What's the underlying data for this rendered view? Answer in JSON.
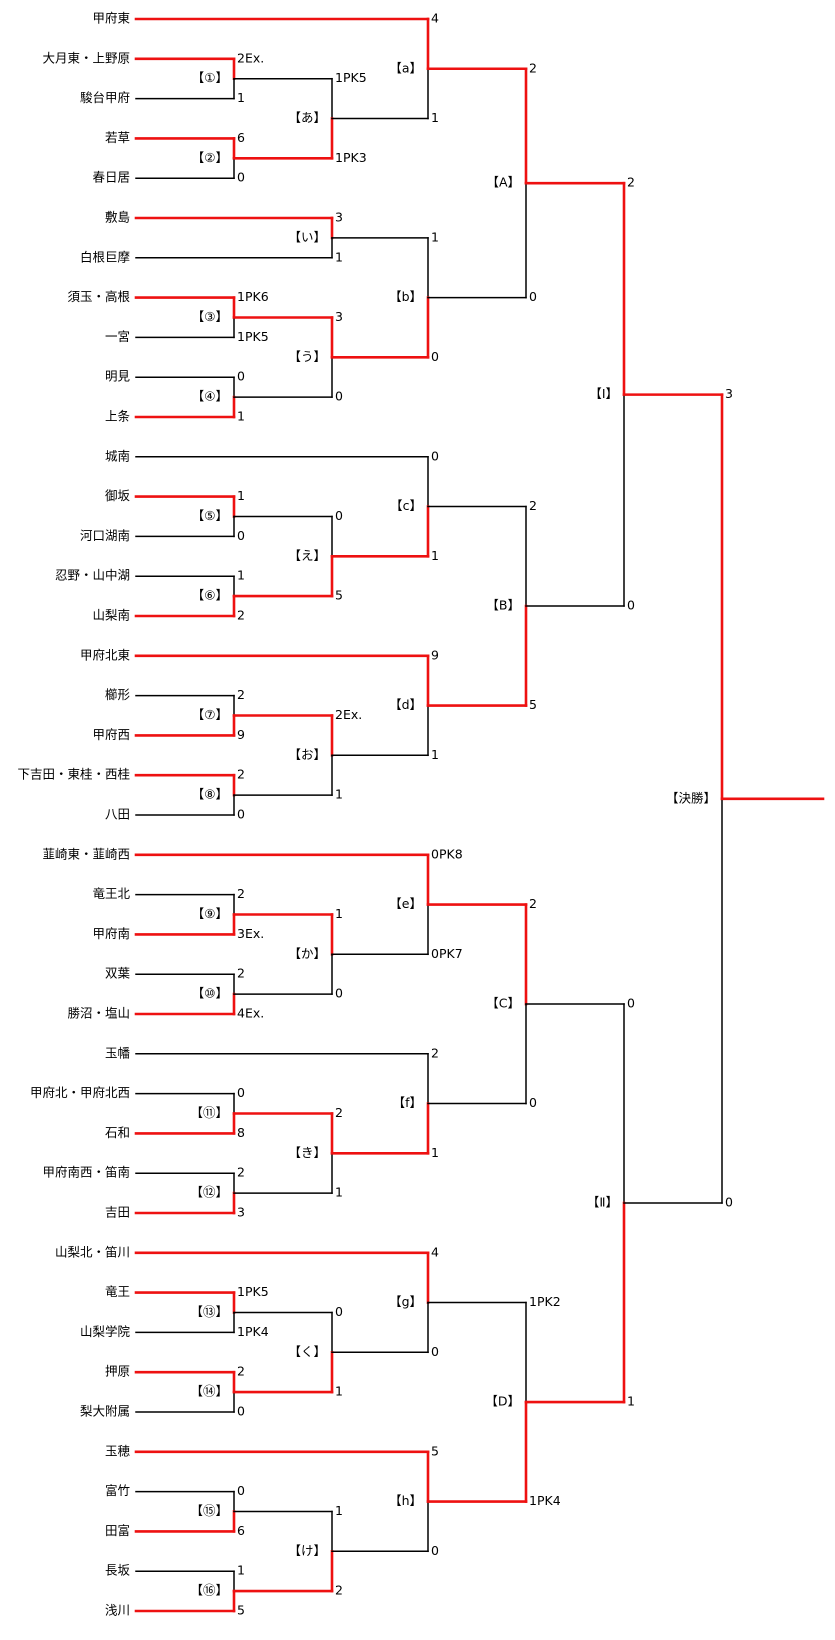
{
  "colors": {
    "winner": "#ee1111",
    "loser": "#000000"
  },
  "teams": [
    {
      "name": "甲府東",
      "won": true
    },
    {
      "name": "大月東・上野原",
      "won": true
    },
    {
      "name": "駿台甲府",
      "won": false
    },
    {
      "name": "若草",
      "won": true
    },
    {
      "name": "春日居",
      "won": false
    },
    {
      "name": "敷島",
      "won": true
    },
    {
      "name": "白根巨摩",
      "won": false
    },
    {
      "name": "須玉・高根",
      "won": true
    },
    {
      "name": "一宮",
      "won": false
    },
    {
      "name": "明見",
      "won": false
    },
    {
      "name": "上条",
      "won": true
    },
    {
      "name": "城南",
      "won": false
    },
    {
      "name": "御坂",
      "won": true
    },
    {
      "name": "河口湖南",
      "won": false
    },
    {
      "name": "忍野・山中湖",
      "won": false
    },
    {
      "name": "山梨南",
      "won": true
    },
    {
      "name": "甲府北東",
      "won": true
    },
    {
      "name": "櫛形",
      "won": false
    },
    {
      "name": "甲府西",
      "won": true
    },
    {
      "name": "下吉田・東桂・西桂",
      "won": true
    },
    {
      "name": "八田",
      "won": false
    },
    {
      "name": "韮崎東・韮崎西",
      "won": true
    },
    {
      "name": "竜王北",
      "won": false
    },
    {
      "name": "甲府南",
      "won": true
    },
    {
      "name": "双葉",
      "won": false
    },
    {
      "name": "勝沼・塩山",
      "won": true
    },
    {
      "name": "玉幡",
      "won": true
    },
    {
      "name": "甲府北・甲府北西",
      "won": false
    },
    {
      "name": "石和",
      "won": true
    },
    {
      "name": "甲府南西・笛南",
      "won": false
    },
    {
      "name": "吉田",
      "won": true
    },
    {
      "name": "山梨北・笛川",
      "won": true
    },
    {
      "name": "竜王",
      "won": true
    },
    {
      "name": "山梨学院",
      "won": false
    },
    {
      "name": "押原",
      "won": true
    },
    {
      "name": "梨大附属",
      "won": false
    },
    {
      "name": "玉穂",
      "won": true
    },
    {
      "name": "富竹",
      "won": false
    },
    {
      "name": "田富",
      "won": true
    },
    {
      "name": "長坂",
      "won": false
    },
    {
      "name": "浅川",
      "won": true
    }
  ],
  "matches": [
    {
      "id": "r1",
      "label": "【①】",
      "top": {
        "src": "t1",
        "score": "2Ex.",
        "won": true
      },
      "bottom": {
        "src": "t2",
        "score": "1",
        "won": false
      }
    },
    {
      "id": "r2",
      "label": "【②】",
      "top": {
        "src": "t3",
        "score": "6",
        "won": true
      },
      "bottom": {
        "src": "t4",
        "score": "0",
        "won": false
      }
    },
    {
      "id": "r3",
      "label": "【③】",
      "top": {
        "src": "t7",
        "score": "1PK6",
        "won": true
      },
      "bottom": {
        "src": "t8",
        "score": "1PK5",
        "won": false
      }
    },
    {
      "id": "r4",
      "label": "【④】",
      "top": {
        "src": "t9",
        "score": "0",
        "won": false
      },
      "bottom": {
        "src": "t10",
        "score": "1",
        "won": true
      }
    },
    {
      "id": "r5",
      "label": "【⑤】",
      "top": {
        "src": "t12",
        "score": "1",
        "won": true
      },
      "bottom": {
        "src": "t13",
        "score": "0",
        "won": false
      }
    },
    {
      "id": "r6",
      "label": "【⑥】",
      "top": {
        "src": "t14",
        "score": "1",
        "won": false
      },
      "bottom": {
        "src": "t15",
        "score": "2",
        "won": true
      }
    },
    {
      "id": "r7",
      "label": "【⑦】",
      "top": {
        "src": "t17",
        "score": "2",
        "won": false
      },
      "bottom": {
        "src": "t18",
        "score": "9",
        "won": true
      }
    },
    {
      "id": "r8",
      "label": "【⑧】",
      "top": {
        "src": "t19",
        "score": "2",
        "won": true
      },
      "bottom": {
        "src": "t20",
        "score": "0",
        "won": false
      }
    },
    {
      "id": "r9",
      "label": "【⑨】",
      "top": {
        "src": "t22",
        "score": "2",
        "won": false
      },
      "bottom": {
        "src": "t23",
        "score": "3Ex.",
        "won": true
      }
    },
    {
      "id": "r10",
      "label": "【⑩】",
      "top": {
        "src": "t24",
        "score": "2",
        "won": false
      },
      "bottom": {
        "src": "t25",
        "score": "4Ex.",
        "won": true
      }
    },
    {
      "id": "r11",
      "label": "【⑪】",
      "top": {
        "src": "t27",
        "score": "0",
        "won": false
      },
      "bottom": {
        "src": "t28",
        "score": "8",
        "won": true
      }
    },
    {
      "id": "r12",
      "label": "【⑫】",
      "top": {
        "src": "t29",
        "score": "2",
        "won": false
      },
      "bottom": {
        "src": "t30",
        "score": "3",
        "won": true
      }
    },
    {
      "id": "r13",
      "label": "【⑬】",
      "top": {
        "src": "t32",
        "score": "1PK5",
        "won": true
      },
      "bottom": {
        "src": "t33",
        "score": "1PK4",
        "won": false
      }
    },
    {
      "id": "r14",
      "label": "【⑭】",
      "top": {
        "src": "t34",
        "score": "2",
        "won": true
      },
      "bottom": {
        "src": "t35",
        "score": "0",
        "won": false
      }
    },
    {
      "id": "r15",
      "label": "【⑮】",
      "top": {
        "src": "t37",
        "score": "0",
        "won": false
      },
      "bottom": {
        "src": "t38",
        "score": "6",
        "won": true
      }
    },
    {
      "id": "r16",
      "label": "【⑯】",
      "top": {
        "src": "t39",
        "score": "1",
        "won": false
      },
      "bottom": {
        "src": "t40",
        "score": "5",
        "won": true
      }
    },
    {
      "id": "ka1",
      "label": "【あ】",
      "top": {
        "src": "r1",
        "score": "1PK5",
        "won": false
      },
      "bottom": {
        "src": "r2",
        "score": "1PK3",
        "won": true
      }
    },
    {
      "id": "ka2",
      "label": "【い】",
      "top": {
        "src": "t5",
        "score": "3",
        "won": true
      },
      "bottom": {
        "src": "t6",
        "score": "1",
        "won": false
      }
    },
    {
      "id": "ka3",
      "label": "【う】",
      "top": {
        "src": "r3",
        "score": "3",
        "won": true
      },
      "bottom": {
        "src": "r4",
        "score": "0",
        "won": false
      }
    },
    {
      "id": "ka4",
      "label": "【え】",
      "top": {
        "src": "r5",
        "score": "0",
        "won": false
      },
      "bottom": {
        "src": "r6",
        "score": "5",
        "won": true
      }
    },
    {
      "id": "ka5",
      "label": "【お】",
      "top": {
        "src": "r7",
        "score": "2Ex.",
        "won": true
      },
      "bottom": {
        "src": "r8",
        "score": "1",
        "won": false
      }
    },
    {
      "id": "ka6",
      "label": "【か】",
      "top": {
        "src": "r9",
        "score": "1",
        "won": true
      },
      "bottom": {
        "src": "r10",
        "score": "0",
        "won": false
      }
    },
    {
      "id": "ka7",
      "label": "【き】",
      "top": {
        "src": "r11",
        "score": "2",
        "won": true
      },
      "bottom": {
        "src": "r12",
        "score": "1",
        "won": false
      }
    },
    {
      "id": "ka8",
      "label": "【く】",
      "top": {
        "src": "r13",
        "score": "0",
        "won": false
      },
      "bottom": {
        "src": "r14",
        "score": "1",
        "won": true
      }
    },
    {
      "id": "ka9",
      "label": "【け】",
      "top": {
        "src": "r15",
        "score": "1",
        "won": false
      },
      "bottom": {
        "src": "r16",
        "score": "2",
        "won": true
      }
    },
    {
      "id": "la",
      "label": "【a】",
      "top": {
        "src": "t0",
        "score": "4",
        "won": true
      },
      "bottom": {
        "src": "ka1",
        "score": "1",
        "won": false
      }
    },
    {
      "id": "lb",
      "label": "【b】",
      "top": {
        "src": "ka2",
        "score": "1",
        "won": false
      },
      "bottom": {
        "src": "ka3",
        "score": "0",
        "won": true
      }
    },
    {
      "id": "lc",
      "label": "【c】",
      "top": {
        "src": "t11",
        "score": "0",
        "won": false
      },
      "bottom": {
        "src": "ka4",
        "score": "1",
        "won": true
      }
    },
    {
      "id": "ld",
      "label": "【d】",
      "top": {
        "src": "t16",
        "score": "9",
        "won": true
      },
      "bottom": {
        "src": "ka5",
        "score": "1",
        "won": false
      }
    },
    {
      "id": "le",
      "label": "【e】",
      "top": {
        "src": "t21",
        "score": "0PK8",
        "won": true
      },
      "bottom": {
        "src": "ka6",
        "score": "0PK7",
        "won": false
      }
    },
    {
      "id": "lf",
      "label": "【f】",
      "top": {
        "src": "t26",
        "score": "2",
        "won": false
      },
      "bottom": {
        "src": "ka7",
        "score": "1",
        "won": true
      }
    },
    {
      "id": "lg",
      "label": "【g】",
      "top": {
        "src": "t31",
        "score": "4",
        "won": true
      },
      "bottom": {
        "src": "ka8",
        "score": "0",
        "won": false
      }
    },
    {
      "id": "lh",
      "label": "【h】",
      "top": {
        "src": "t36",
        "score": "5",
        "won": true
      },
      "bottom": {
        "src": "ka9",
        "score": "0",
        "won": false
      }
    },
    {
      "id": "UA",
      "label": "【A】",
      "top": {
        "src": "la",
        "score": "2",
        "won": true
      },
      "bottom": {
        "src": "lb",
        "score": "0",
        "won": false
      }
    },
    {
      "id": "UB",
      "label": "【B】",
      "top": {
        "src": "lc",
        "score": "2",
        "won": false
      },
      "bottom": {
        "src": "ld",
        "score": "5",
        "won": true
      }
    },
    {
      "id": "UC",
      "label": "【C】",
      "top": {
        "src": "le",
        "score": "2",
        "won": true
      },
      "bottom": {
        "src": "lf",
        "score": "0",
        "won": false
      }
    },
    {
      "id": "UD",
      "label": "【D】",
      "top": {
        "src": "lg",
        "score": "1PK2",
        "won": false
      },
      "bottom": {
        "src": "lh",
        "score": "1PK4",
        "won": true
      }
    },
    {
      "id": "R1",
      "label": "【Ⅰ】",
      "top": {
        "src": "UA",
        "score": "2",
        "won": true
      },
      "bottom": {
        "src": "UB",
        "score": "0",
        "won": false
      }
    },
    {
      "id": "R2",
      "label": "【Ⅱ】",
      "top": {
        "src": "UC",
        "score": "0",
        "won": false
      },
      "bottom": {
        "src": "UD",
        "score": "1",
        "won": true
      }
    },
    {
      "id": "F",
      "label": "【決勝】",
      "top": {
        "src": "R1",
        "score": "3",
        "won": true
      },
      "bottom": {
        "src": "R2",
        "score": "0",
        "won": false
      }
    }
  ]
}
